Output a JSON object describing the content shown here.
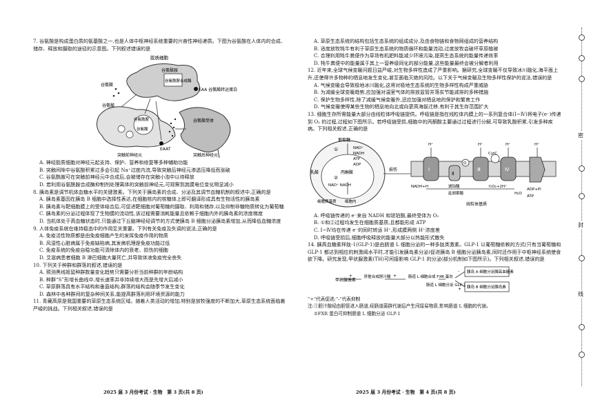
{
  "left_page": {
    "footer": "2025 届 3 月份考试 · 生物　第 3 页(共 8 页)",
    "q7": {
      "stem": "7. 谷氨酸是构成蛋白质的氨基酸之一,也是人体中枢神经系统重要的兴奋性神经递质。下图为谷氨酸在人体内的合成、储存、释放和摄取的途径的示意图。下列叙述错误的是",
      "figure_labels": {
        "glia": "胶质细胞",
        "glutamine_top": "谷氨酰胺",
        "glutaminase": "谷氨酰胺合成酶",
        "eaa": "EAA 谷氨酸转运蛋白",
        "glutamate1": "谷氨酸",
        "glutamate2": "谷氨酸",
        "glutamine_mid": "谷氨酰胺",
        "vesicle": "谷氨酸",
        "eaat": "EAAT",
        "receptor": "谷氨酸受体",
        "pre": "突触前神经元",
        "post": "突触后神经元"
      },
      "options": [
        "A. 神经胶质细胞对神经元起支持、保护、营养和修复等多种辅助功能",
        "B. 突触间隙中谷氨酸积累过多会引起 Na⁺过度内流,导致突触后神经元渗透压降低而涨破",
        "C. 谷氨酰胺可在突触前神经元中合成后,会被储存在突触小泡中以待释放",
        "D. 若利用谷氨酰胺合成酶抑制剂处理离体的突触前神经元,可观察到其膜电位变化明显减小"
      ]
    },
    "q8": {
      "stem": "8. 胰岛素是调节机体血糖水平的关键激素。下列关于胰岛素的合成、分泌及其调节血糖机制的叙述中,正确的是",
      "options": [
        "A. 胰岛素基因在胰岛 B 细胞中选择性表达,在细胞核内的核糖体上即可翻译形成具有生物活性的胰岛素",
        "B. 胰岛素与靶细胞膜上的受体结合后,可促进靶细胞对葡萄糖的摄取、利用和储存,以及抑制非糖物质转化为葡萄糖",
        "C. 胰岛素的分泌过程体现了生物膜的流动性,该过程需要消耗能量且依赖于细胞内外的胰岛素的浓度梯度",
        "D. 当机体处于高血糖状态时,只能通过下丘脑神经经调节的方式使胰岛 B 细胞分泌胰岛素增加,从而降低血糖浓度"
      ]
    },
    "q9": {
      "stem": "9. 人体免疫系统在维持稳态中的作用至关重要。下列有关免疫及失调的说法,正确的是",
      "options": [
        "A. 免疫活性物质都是由免疫细胞产生的发挥免疫作用的物质",
        "B. 风湿性心脏病属于免疫缺陷病,其发病机理是免疫功能过低",
        "C. 免疫系统的免疫自稳功能可清除体内的衰老、损伤的细胞",
        "D. 艾滋病患者细胞 B 淋巴细胞大量死亡,并导致体液免疫完全丧失"
      ]
    },
    "q10": {
      "stem": "10. 下列关于种群和群落的叙述,错误的是",
      "options": [
        "A. 预测黑线姬鼠种群数量变化趋势只需要分析当前种群的年龄结构",
        "B. 种群“S”形增长曲线中,增长速率并非持续增大而是先增大后减小",
        "C. 草原群落具有水平结构和垂直结构,群落的结构会随季节发生变化",
        "D. 森林中各种群间的复杂种间关系,能提高群落利用环境资源的能力"
      ]
    },
    "q11": {
      "stem": "11. 青藏高原是我国重要的草原生态系统区域。随着人类活动的增加,特别是放牧强度的不断加大,草原生态系统面临着严峻的挑战。下列相关叙述,错误的是"
    }
  },
  "right_page": {
    "footer": "2025 届 3 月份考试 · 生物　第 4 页(共 8 页)",
    "q11_options": [
      "A. 草原生态系统的结构包括生态系统的组成成分,及由食物链和食物网组成的营养结构",
      "B. 适度放牧牦牛有利于草原生态系统的物质循环和能量流动,过度放牧会破坏草原植被",
      "C. 合理利用牦牛粪便作为草场有机肥料能减少环境污染,提高生态系统的能量传递效率",
      "D. 牦牛粪便中的能量属于其上一营养级同化的部分能量,这些能量最终会被分解者利用"
    ],
    "q12": {
      "stem": "12. 近年来,全球气候变暖问题日益严峻,对生物多样性造成了严重影响。据研究,全球变暖不仅导致冰川融化,海平面上升,还使得许多物种的栖息地发生变化,甚至面临灭绝的风险。以下关于气候变暖及生物多样性保护的说法,错误的是",
      "options": [
        "A. 气候变暖会导致极地冰川融化,这将对极地生态系统的生物多样性构成严重威胁",
        "B. 为减缓全球变暖趋势,应加强对温室气体的排放监管并落实节能减排的多种措施",
        "C. 保护生物多样性,除了减缓气候变暖外,还应加强对栖息地的保护和繁育工作",
        "D. 气候变暖使得某些生物的栖息地向北或向更高海拔迁移,有利于其生存范围扩大"
      ]
    },
    "q13": {
      "stem": "13. 细胞生存所需能量大部分由线粒体呼吸链提供。呼吸链是指在线粒体内膜上的一系列复合体(Ⅰ~Ⅳ)将电子(e⁻)传递到 O₂ 的过程,过程如下图所示。若呼吸链受损,细胞中的丙酮酸主要通过过程进行分解,可导致乳酸积累,引发多种疾病。下列相关叙述,正确的是",
      "figure_labels": {
        "glucose": "葡萄糖",
        "nad": "NAD⁺",
        "nadh": "NADH",
        "atp": "ATP",
        "adp": "ADP",
        "lactate": "乳酸",
        "pyruvate": "丙酮酸",
        "nadh2": "NAD⁺ NADH",
        "nadh3": "NADH+H",
        "succ": "琥珀酸",
        "fum": "延胡索酸",
        "o2": "½O₂+2H⁺",
        "h2o": "H₂O",
        "adp2": "ADP+Pi",
        "atp2": "ATP",
        "h1": "H⁺",
        "h2": "H⁺",
        "h3": "H⁺",
        "h4": "H⁺",
        "c1": "Ⅰ",
        "c2": "Ⅱ",
        "c3": "Ⅲ",
        "c4": "Ⅳ",
        "cytc": "CytC",
        "q": "Q",
        "cytoplasm": "细胞质基质",
        "membrane_note": "细胞内",
        "mito": "线粒体基质",
        "damage": "损伤",
        "num1": "①",
        "num2": "②"
      },
      "options": [
        "A. 呼吸链传递的 e⁻来自 NADH 和琥珀酸,最终受体为 O₂",
        "B. ①和②过程均发生在细胞质基质,且都能形成 ATP",
        "C. Ⅰ~Ⅳ均在传递 e⁻的同时转运 H⁺,形成膜两侧 H⁺浓度差",
        "D. 呼吸链受损后,细胞呼吸释放的能量大部分以热能形式散失"
      ]
    },
    "q14": {
      "stem": "14. 胰高血糖素样肽-1(GLP-1)是由肠道 L 细胞分泌的一种多肽类激素。GLP-1 以葡萄糖依赖的方式(只有当葡萄糖和 GLP-1 都达到相应的刺激阈水平时,才能引发胰岛素分泌)促进胰岛 B 细胞分泌胰岛素,同时还作用于中枢神经系统使食欲下降。研究发现,甲状腺激素(TH)可间接影响 GLP-1 的分泌(部分机制如下图所示)。下列相关叙述,错误的是",
      "diagram": {
        "th": "甲状腺激素",
        "liver": "肝脏合成胆汁酸",
        "intestine": "肠道 L 细胞合成 FXR 蛋白",
        "secrete": "肠道 L 细胞分泌 GLP-1",
        "islet_a": "胰岛 A 细胞分泌胰高血糖素",
        "islet_b": "胰岛 B 细胞分泌胰岛素",
        "plus1": "+",
        "plus2": "+",
        "minus1": "-",
        "plus3": "+",
        "minus2": "-"
      },
      "legend": "“+”代表促进;“-”代表抑制",
      "notes": [
        "注:①胆汁酸经由胆管进入肠道,经肠道菌群代谢后产生间接易物质,影响肠道 L 细胞的代谢。",
        "②FXR 蛋白可抑制肠道 L 细胞分泌 GLP-1"
      ]
    }
  },
  "binding_margin": {
    "labels": [
      "密",
      "封",
      "线"
    ]
  }
}
